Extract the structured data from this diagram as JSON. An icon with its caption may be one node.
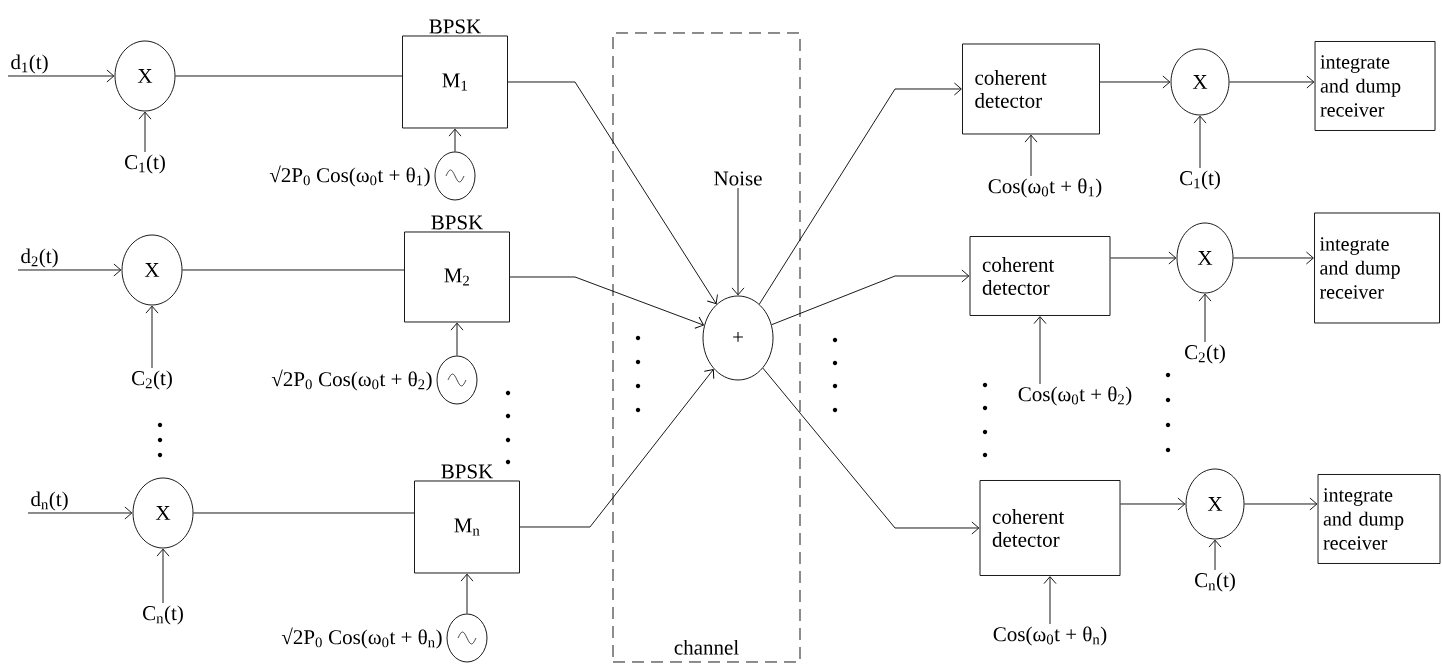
{
  "diagram": {
    "nodes": [
      {
        "text": [
          "d$_{1}$(t)"
        ]
      },
      {
        "text": [
          "X"
        ]
      },
      {
        "text": [
          "C$_{1}$(t)"
        ]
      },
      {
        "text": [
          "BPSK",
          "M$_{1}$"
        ]
      },
      {
        "text": [],
        "shape": "circle",
        "beside": [
          "√2P$_{0}$ Cos(ω$_{0}$t + θ$_{1}$)"
        ]
      },
      {
        "text": [
          "d$_{2}$(t)"
        ]
      },
      {
        "text": [
          "X"
        ]
      },
      {
        "text": [
          "C$_{2}$(t)"
        ]
      },
      {
        "text": [
          "BPSK",
          "M$_{2}$"
        ]
      },
      {
        "text": [],
        "shape": "circle",
        "beside": [
          "√2P$_{0}$ Cos(ω$_{0}$t + θ$_{2}$)"
        ]
      },
      {
        "text": [
          "d$_{n}$(t)"
        ]
      },
      {
        "text": [
          "X"
        ]
      },
      {
        "text": [
          "C$_{n}$(t)"
        ]
      },
      {
        "text": [
          "BPSK",
          "M$_{n}$"
        ]
      },
      {
        "text": [],
        "shape": "circle",
        "beside": [
          "√2P$_{0}$ Cos(ω$_{0}$t + θ$_{n}$)"
        ]
      },
      {
        "text": [
          "channel"
        ]
      },
      {
        "text": [
          "Noise"
        ],
        "in": 15
      },
      {
        "text": [
          "+"
        ],
        "in": 15
      },
      {
        "text": [
          "coherent detector"
        ]
      },
      {
        "text": [
          "Cos(ω$_{0}$t + θ$_{1}$)"
        ]
      },
      {
        "text": [
          "X"
        ]
      },
      {
        "text": [
          "C$_{1}$(t)"
        ]
      },
      {
        "text": [
          "integrate and dump receiver"
        ]
      },
      {
        "text": [
          "coherent detector"
        ]
      },
      {
        "text": [
          "Cos(ω$_{0}$t + θ$_{2}$)"
        ]
      },
      {
        "text": [
          "X"
        ]
      },
      {
        "text": [
          "C$_{2}$(t)"
        ]
      },
      {
        "text": [
          "integrate and dump receiver"
        ]
      },
      {
        "text": [
          "coherent detector"
        ]
      },
      {
        "text": [
          "Cos(ω$_{0}$t + θ$_{n}$)"
        ]
      },
      {
        "text": [
          "X"
        ]
      },
      {
        "text": [
          "C$_{n}$(t)"
        ]
      },
      {
        "text": [
          "integrate and dump receiver"
        ]
      }
    ],
    "edges": [
      {
        "from": 0,
        "to": 1,
        "arrow": "to"
      },
      {
        "from": 2,
        "to": 1,
        "arrow": "to"
      },
      {
        "from": 1,
        "to": 3,
        "arrow": "none"
      },
      {
        "from": 4,
        "to": 3,
        "arrow": "to"
      },
      {
        "from": 5,
        "to": 6,
        "arrow": "to"
      },
      {
        "from": 7,
        "to": 6,
        "arrow": "to"
      },
      {
        "from": 6,
        "to": 8,
        "arrow": "none"
      },
      {
        "from": 9,
        "to": 8,
        "arrow": "to"
      },
      {
        "from": 10,
        "to": 11,
        "arrow": "to"
      },
      {
        "from": 12,
        "to": 11,
        "arrow": "to"
      },
      {
        "from": 11,
        "to": 13,
        "arrow": "none"
      },
      {
        "from": 14,
        "to": 13,
        "arrow": "to"
      },
      {
        "from": 3,
        "to": 17,
        "arrow": "to"
      },
      {
        "from": 8,
        "to": 17,
        "arrow": "to"
      },
      {
        "from": 13,
        "to": 17,
        "arrow": "to"
      },
      {
        "from": 16,
        "to": 17,
        "arrow": "to"
      },
      {
        "from": 17,
        "to": 18,
        "arrow": "to"
      },
      {
        "from": 17,
        "to": 23,
        "arrow": "to"
      },
      {
        "from": 17,
        "to": 28,
        "arrow": "to"
      },
      {
        "from": 19,
        "to": 18,
        "arrow": "to"
      },
      {
        "from": 18,
        "to": 20,
        "arrow": "to"
      },
      {
        "from": 21,
        "to": 20,
        "arrow": "to"
      },
      {
        "from": 20,
        "to": 22,
        "arrow": "to"
      },
      {
        "from": 24,
        "to": 23,
        "arrow": "to"
      },
      {
        "from": 23,
        "to": 25,
        "arrow": "to"
      },
      {
        "from": 26,
        "to": 25,
        "arrow": "to"
      },
      {
        "from": 25,
        "to": 27,
        "arrow": "to"
      },
      {
        "from": 29,
        "to": 28,
        "arrow": "to"
      },
      {
        "from": 28,
        "to": 30,
        "arrow": "to"
      },
      {
        "from": 31,
        "to": 30,
        "arrow": "to"
      },
      {
        "from": 30,
        "to": 32,
        "arrow": "to"
      }
    ]
  }
}
